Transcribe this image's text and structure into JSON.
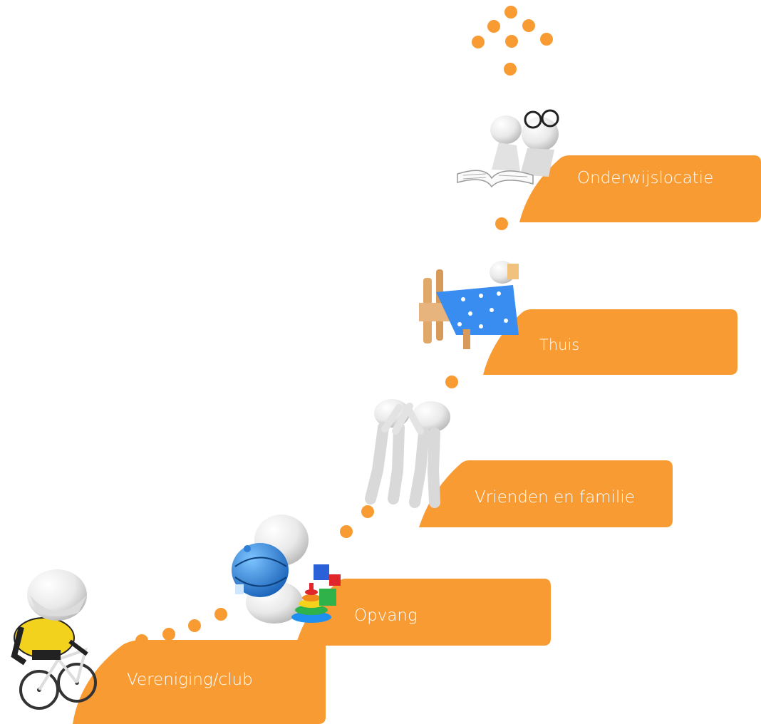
{
  "steps": [
    {
      "label": "Vereniging/club",
      "icon": "cyclist-figure-icon"
    },
    {
      "label": "Opvang",
      "icon": "baby-with-toys-icon"
    },
    {
      "label": "Vrienden en familie",
      "icon": "high-five-figures-icon"
    },
    {
      "label": "Thuis",
      "icon": "figure-in-bed-icon"
    },
    {
      "label": "Onderwijslocatie",
      "icon": "reading-figures-icon"
    }
  ],
  "colors": {
    "accent": "#F99B33",
    "white": "#FFFFFF"
  }
}
